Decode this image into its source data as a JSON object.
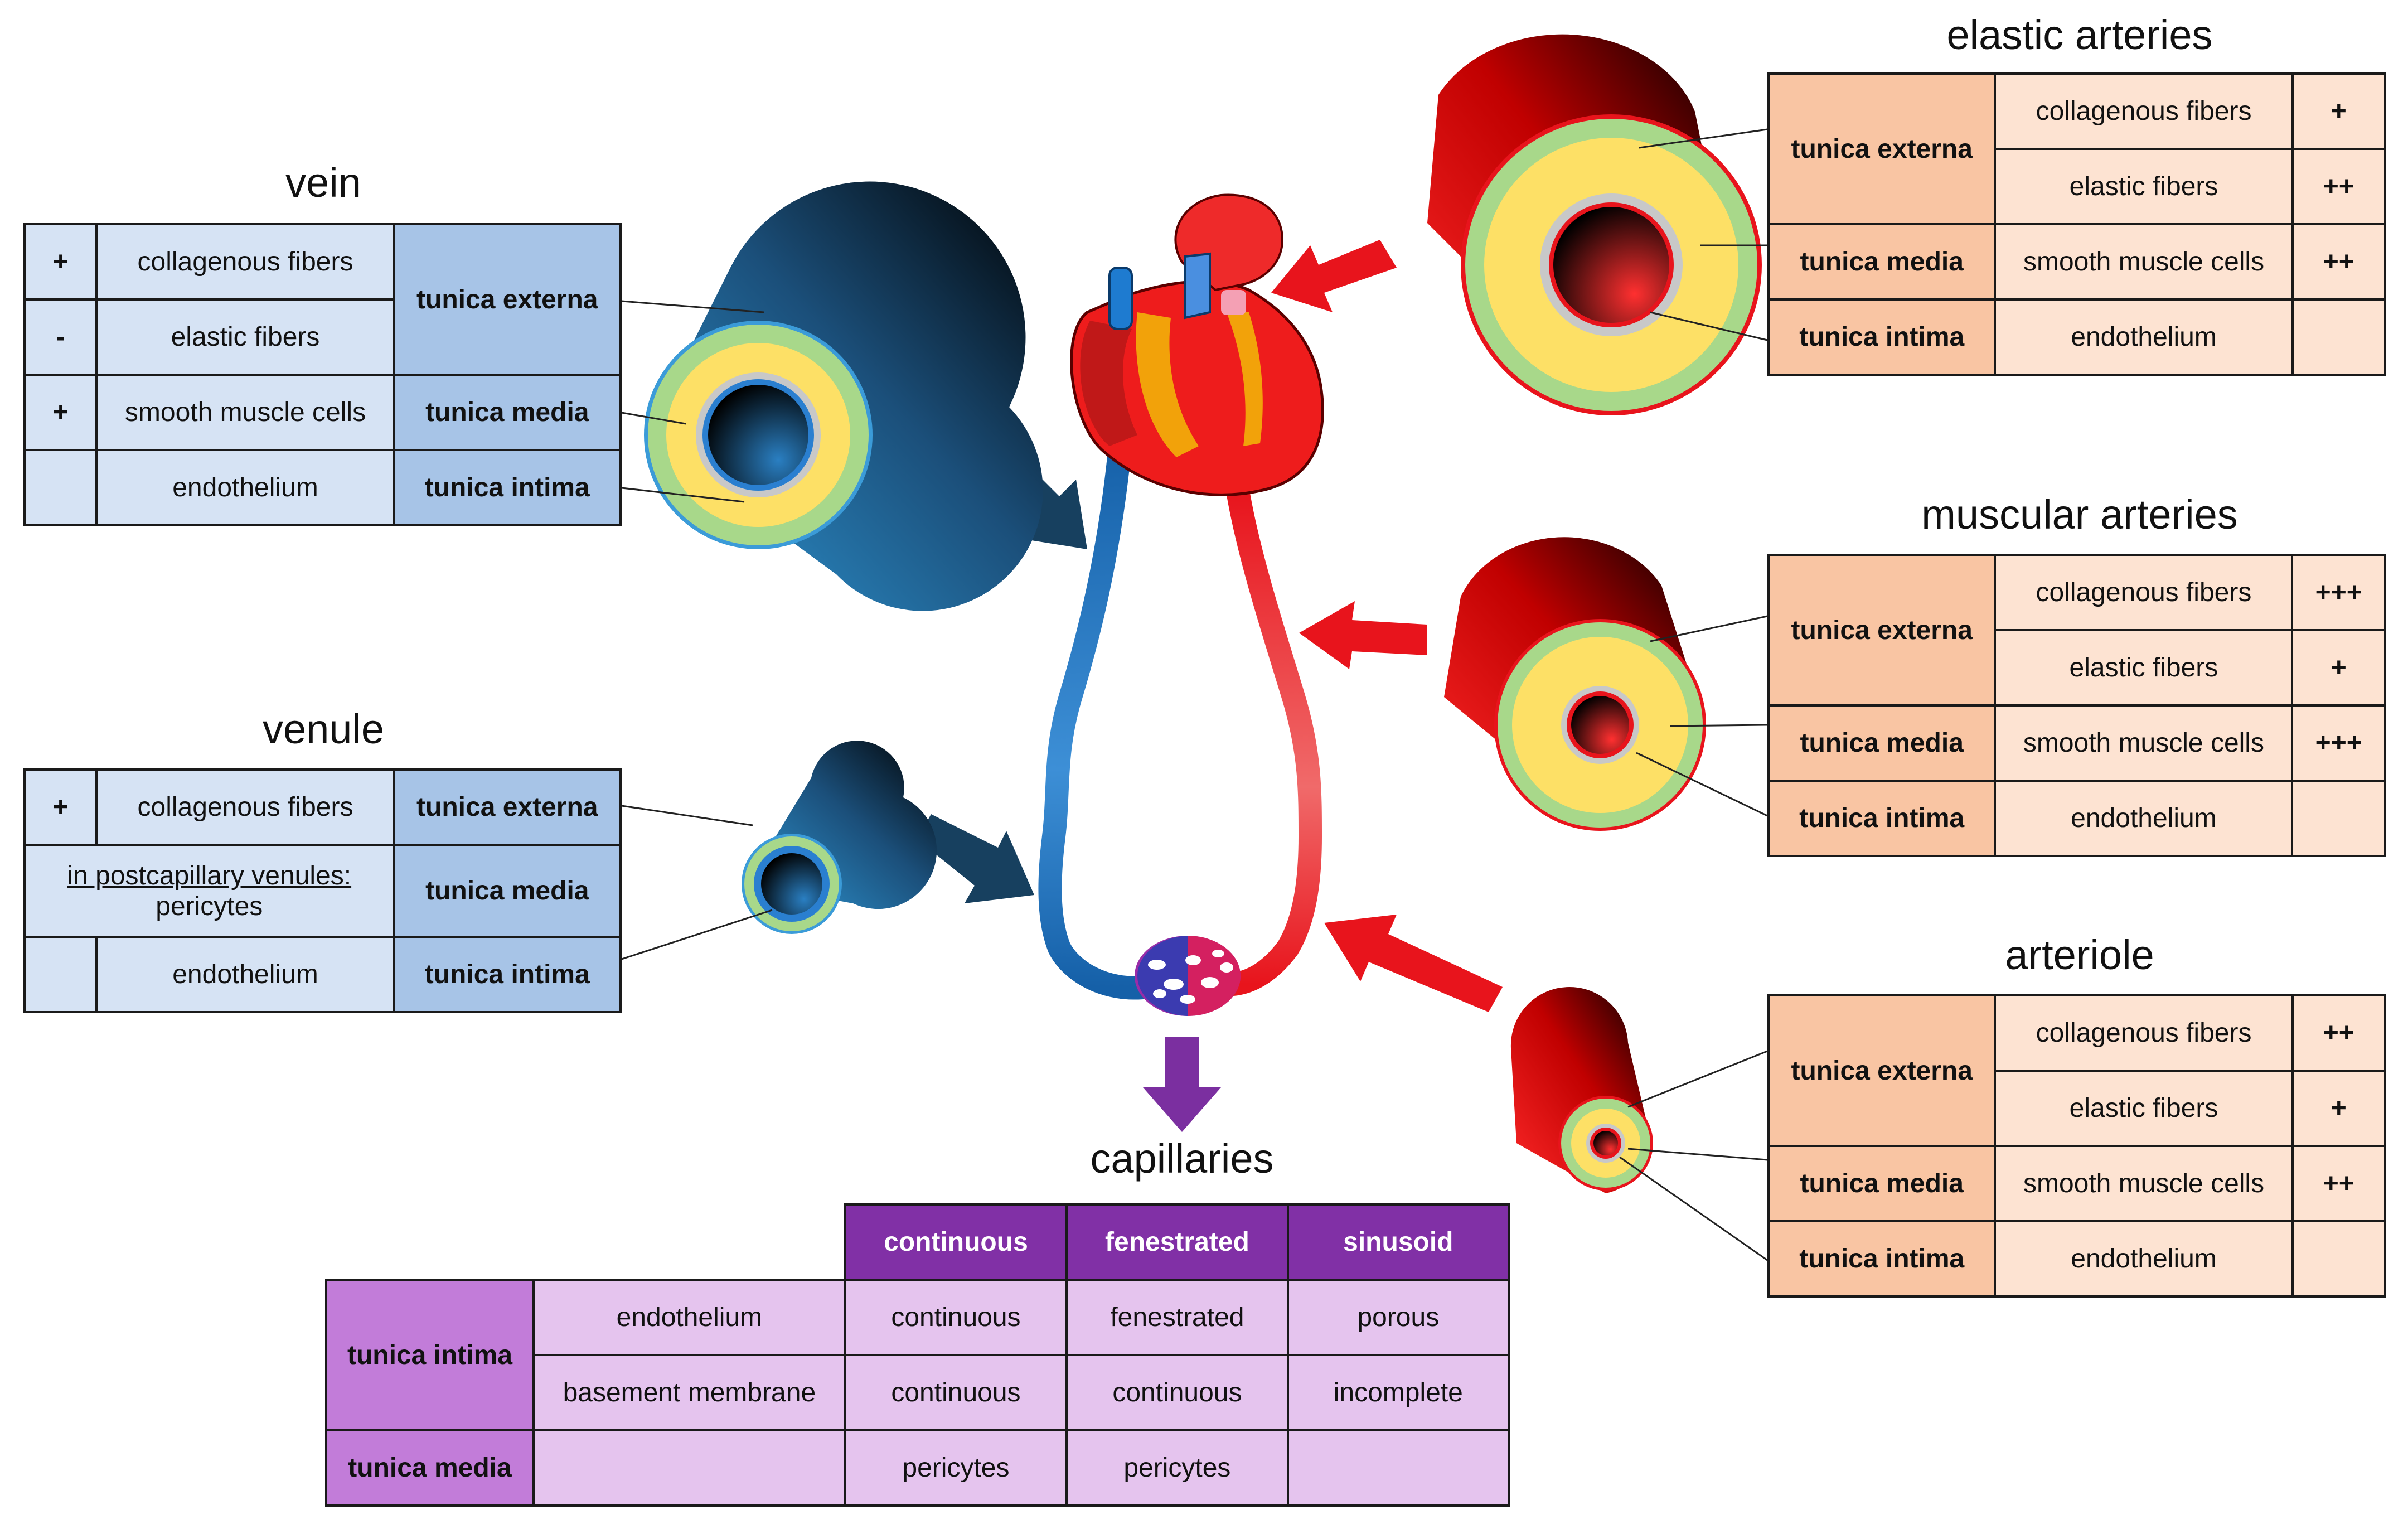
{
  "titles": {
    "vein": "vein",
    "venule": "venule",
    "elastic": "elastic arteries",
    "muscular": "muscular arteries",
    "arteriole": "arteriole",
    "capillaries": "capillaries"
  },
  "vein": {
    "rows": [
      {
        "sign": "+",
        "component": "collagenous fibers"
      },
      {
        "sign": "-",
        "component": "elastic fibers"
      },
      {
        "sign": "+",
        "component": "smooth muscle cells"
      },
      {
        "sign": "",
        "component": "endothelium"
      }
    ],
    "layers": [
      "tunica externa",
      "tunica media",
      "tunica intima"
    ]
  },
  "venule": {
    "rows": [
      {
        "sign": "+",
        "component": "collagenous fibers"
      },
      {
        "note_underlined": "in postcapillary venules:",
        "note": "pericytes"
      },
      {
        "sign": "",
        "component": "endothelium"
      }
    ],
    "layers": [
      "tunica externa",
      "tunica media",
      "tunica intima"
    ]
  },
  "elastic": {
    "layers": [
      "tunica externa",
      "tunica media",
      "tunica intima"
    ],
    "rows": [
      {
        "component": "collagenous fibers",
        "sign": "+"
      },
      {
        "component": "elastic fibers",
        "sign": "++"
      },
      {
        "component": "smooth muscle cells",
        "sign": "++"
      },
      {
        "component": "endothelium",
        "sign": ""
      }
    ]
  },
  "muscular": {
    "layers": [
      "tunica externa",
      "tunica media",
      "tunica intima"
    ],
    "rows": [
      {
        "component": "collagenous fibers",
        "sign": "+++"
      },
      {
        "component": "elastic fibers",
        "sign": "+"
      },
      {
        "component": "smooth muscle cells",
        "sign": "+++"
      },
      {
        "component": "endothelium",
        "sign": ""
      }
    ]
  },
  "arteriole": {
    "layers": [
      "tunica externa",
      "tunica media",
      "tunica intima"
    ],
    "rows": [
      {
        "component": "collagenous fibers",
        "sign": "++"
      },
      {
        "component": "elastic fibers",
        "sign": "+"
      },
      {
        "component": "smooth muscle cells",
        "sign": "++"
      },
      {
        "component": "endothelium",
        "sign": ""
      }
    ]
  },
  "capillaries": {
    "headers": [
      "continuous",
      "fenestrated",
      "sinusoid"
    ],
    "layers": [
      "tunica intima",
      "tunica media"
    ],
    "rows": [
      {
        "component": "endothelium",
        "values": [
          "continuous",
          "fenestrated",
          "porous"
        ]
      },
      {
        "component": "basement membrane",
        "values": [
          "continuous",
          "continuous",
          "incomplete"
        ]
      },
      {
        "component": "",
        "values": [
          "pericytes",
          "pericytes",
          ""
        ]
      }
    ]
  },
  "colors": {
    "artery_red": "#e8141c",
    "vein_blue": "#1560a8",
    "tunica_externa_green": "#a8d88a",
    "tunica_media_yellow": "#fde066",
    "capillary_purple": "#7b2fa0",
    "arrow_dark_blue": "#17405f"
  }
}
